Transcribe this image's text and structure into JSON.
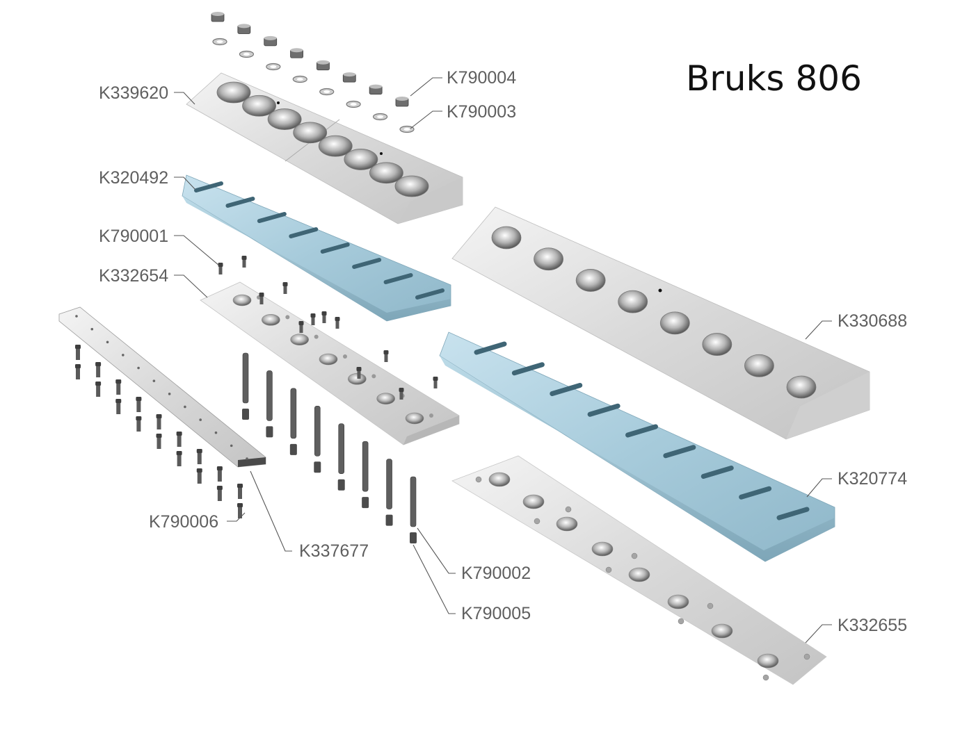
{
  "diagram": {
    "title": "Bruks 806",
    "type": "exploded-assembly",
    "colors": {
      "steel": "#d8d8d8",
      "steel_dark": "#9a9a9a",
      "blade_blue": "#a9cfe0",
      "blade_edge": "#4f7384",
      "label_text": "#5f5f5f",
      "leader": "#555555"
    },
    "parts": [
      {
        "id": "nut",
        "part_number": "K790004",
        "name": "hex nut",
        "count": 8
      },
      {
        "id": "washer",
        "part_number": "K790003",
        "name": "washer",
        "count": 8
      },
      {
        "id": "top-clamp",
        "part_number": "K339620",
        "name": "top clamp bar with countersunk holes",
        "holes": 8
      },
      {
        "id": "small-blade",
        "part_number": "K320492",
        "name": "slotted knife (small)",
        "slots": 8
      },
      {
        "id": "cap-screw-small",
        "part_number": "K790001",
        "name": "cap screw"
      },
      {
        "id": "small-base",
        "part_number": "K332654",
        "name": "base plate (small)"
      },
      {
        "id": "large-clamp",
        "part_number": "K330688",
        "name": "clamp bar with counterbored holes",
        "holes": 8
      },
      {
        "id": "large-blade",
        "part_number": "K320774",
        "name": "slotted knife (large)",
        "slots": 9
      },
      {
        "id": "large-base",
        "part_number": "K332655",
        "name": "base plate (large)"
      },
      {
        "id": "flat-bar",
        "part_number": "K337677",
        "name": "flat bar"
      },
      {
        "id": "bolt",
        "part_number": "K790006",
        "name": "cap screw"
      },
      {
        "id": "stud",
        "part_number": "K790002",
        "name": "threaded stud",
        "count": 8
      },
      {
        "id": "sleeve",
        "part_number": "K790005",
        "name": "sleeve nut",
        "count": 8
      }
    ]
  }
}
